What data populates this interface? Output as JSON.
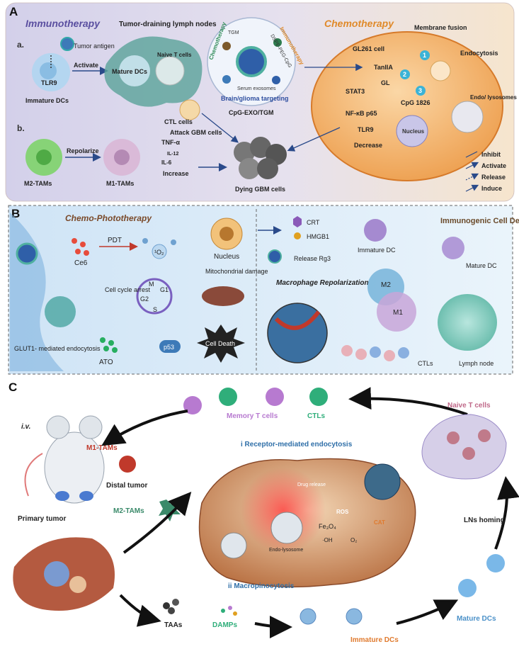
{
  "panelA": {
    "letter": "A",
    "immunotherapy": "Immunotherapy",
    "tdln": "Tumor-draining lymph nodes",
    "chemotherapy": "Chemotherapy",
    "sub_a": "a.",
    "sub_b": "b.",
    "tumor_antigen": "Tumor antigen",
    "tlr9_left": "TLR9",
    "immature_dcs": "Immature DCs",
    "activate_arrow": "Activate",
    "mature_dcs": "Mature DCs",
    "naive_t": "Naive T cells",
    "ctl_cells": "CTL cells",
    "circle_chemo": "Chemotherapy",
    "circle_tgm": "TGM",
    "circle_immuno": "Immunotherapy",
    "circle_dspe": "DSPE-PEG-CpG",
    "circle_serum": "Serum exosomes",
    "circle_brain": "Brain/glioma targeting",
    "exo_label": "CpG-EXO/TGM",
    "gl261": "GL261 cell",
    "membrane_fusion": "Membrane fusion",
    "endocytosis": "Endocytosis",
    "tanIIA": "TanIIA",
    "gl": "GL",
    "stat3": "STAT3",
    "cpg1826": "CpG 1826",
    "nfkb": "NF-κB p65",
    "tlr9_right": "TLR9",
    "decrease": "Decrease",
    "nucleus_a": "Nucleus",
    "endo_lyso": "Endo/ lysosomes",
    "attack_gbm": "Attack GBM cells",
    "m2_tams": "M2-TAMs",
    "repolarize": "Repolarize",
    "m1_tams": "M1-TAMs",
    "tnf": "TNF-α",
    "il12": "IL-12",
    "il6": "IL-6",
    "increase": "Increase",
    "dying_gbm": "Dying GBM cells",
    "num1": "1",
    "num2": "2",
    "num3": "3",
    "legend": [
      "Inhibit",
      "Activate",
      "Release",
      "Induce"
    ]
  },
  "panelB": {
    "letter": "B",
    "chemo_photo": "Chemo-Phototherapy",
    "ce6": "Ce6",
    "pdt": "PDT",
    "o2": "¹O₂",
    "nucleus": "Nucleus",
    "crt": "CRT",
    "hmgb1": "HMGB1",
    "immature_dc": "Immature DC",
    "icd": "Immunogenic Cell Death",
    "mature_dc": "Mature DC",
    "mito": "Mitochondrial damage",
    "release_rg3": "Release Rg3",
    "macro_repol": "Macrophage Repolarization",
    "m2": "M2",
    "m1": "M1",
    "cell_cycle": "Cell cycle arrest",
    "g1": "G1",
    "g2": "G2",
    "m": "M",
    "s": "S",
    "glut1": "GLUT1- mediated endocytosis",
    "ato": "ATO",
    "p53": "p53",
    "cell_death": "Cell Death",
    "ctls": "CTLs",
    "lymph_node": "Lymph node"
  },
  "panelC": {
    "letter": "C",
    "iv": "i.v.",
    "distal_tumor": "Distal tumor",
    "primary_tumor": "Primary tumor",
    "m1_tams": "M1-TAMs",
    "m2_tams": "M2-TAMs",
    "memory_t": "Memory T cells",
    "ctls": "CTLs",
    "naive_t": "Naive T cells",
    "receptor": "i Receptor-mediated endocytosis",
    "drug_release": "Drug release",
    "ros": "ROS",
    "fe3o4": "Fe₃O₄",
    "oh": "·OH",
    "o2": "O₂",
    "cat": "CAT",
    "endo_lyso": "Endo-lysosome",
    "macropino": "ii Macropinocytosis",
    "lns_homing": "LNs homing",
    "taas": "TAAs",
    "damps": "DAMPs",
    "immature_dcs": "Immature DCs",
    "mature_dcs": "Mature DCs"
  },
  "colors": {
    "panelA_bg_left": "#d9d6ec",
    "panelA_bg_right": "#f6e6cf",
    "gl261_cell": "#f0a65a",
    "immuno_title": "#5a4fa0",
    "chemo_title": "#e08a2a",
    "panelB_bg": "#dcecf8",
    "panelC_accent_purple": "#9b59b6",
    "panelC_accent_green": "#2fae7a",
    "panelC_accent_blue": "#4a90c8",
    "panelC_accent_orange": "#e07a2e"
  }
}
